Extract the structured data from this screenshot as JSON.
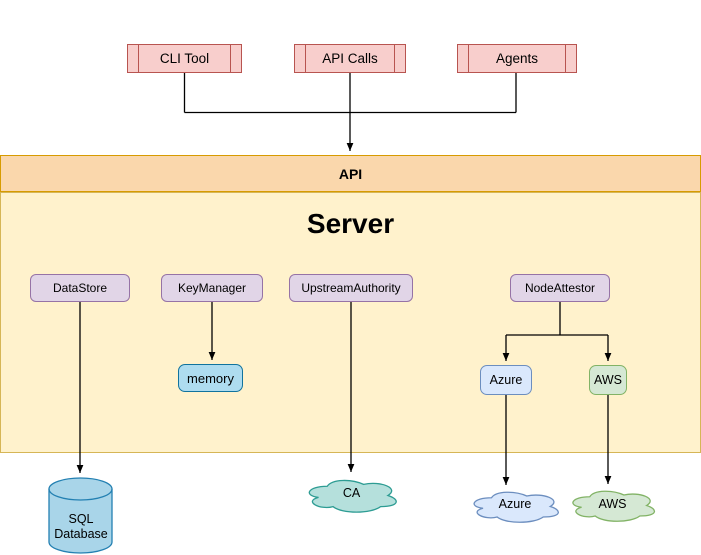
{
  "clients": [
    {
      "label": "CLI Tool"
    },
    {
      "label": "API Calls"
    },
    {
      "label": "Agents"
    }
  ],
  "api_bar": {
    "label": "API"
  },
  "server": {
    "title": "Server",
    "plugins": [
      {
        "label": "DataStore"
      },
      {
        "label": "KeyManager"
      },
      {
        "label": "UpstreamAuthority"
      },
      {
        "label": "NodeAttestor"
      }
    ],
    "keymanager_impl": {
      "label": "memory"
    },
    "nodeattestor_impls": [
      {
        "label": "Azure"
      },
      {
        "label": "AWS"
      }
    ]
  },
  "external": {
    "database": {
      "label": "SQL Database"
    },
    "ca_cloud": {
      "label": "CA"
    },
    "azure_cloud": {
      "label": "Azure"
    },
    "aws_cloud": {
      "label": "AWS"
    }
  },
  "colors": {
    "client_fill": "#F8CECC",
    "client_stroke": "#B85450",
    "api_fill": "#FAD7AC",
    "api_stroke": "#D79B00",
    "server_fill": "#FFF2CC",
    "server_stroke": "#D6B656",
    "plugin_fill": "#E1D5E7",
    "plugin_stroke": "#9673A6",
    "memory_fill": "#AEDCEF",
    "memory_stroke": "#10739E",
    "azure_fill": "#DAE8FC",
    "azure_stroke": "#6C8EBF",
    "aws_fill": "#D5E8D4",
    "aws_stroke": "#82B366",
    "database_fill": "#A9D5E9",
    "database_stroke": "#2380B2",
    "ca_fill": "#B5E0DC",
    "ca_stroke": "#2D9C93",
    "edge": "#000000"
  }
}
